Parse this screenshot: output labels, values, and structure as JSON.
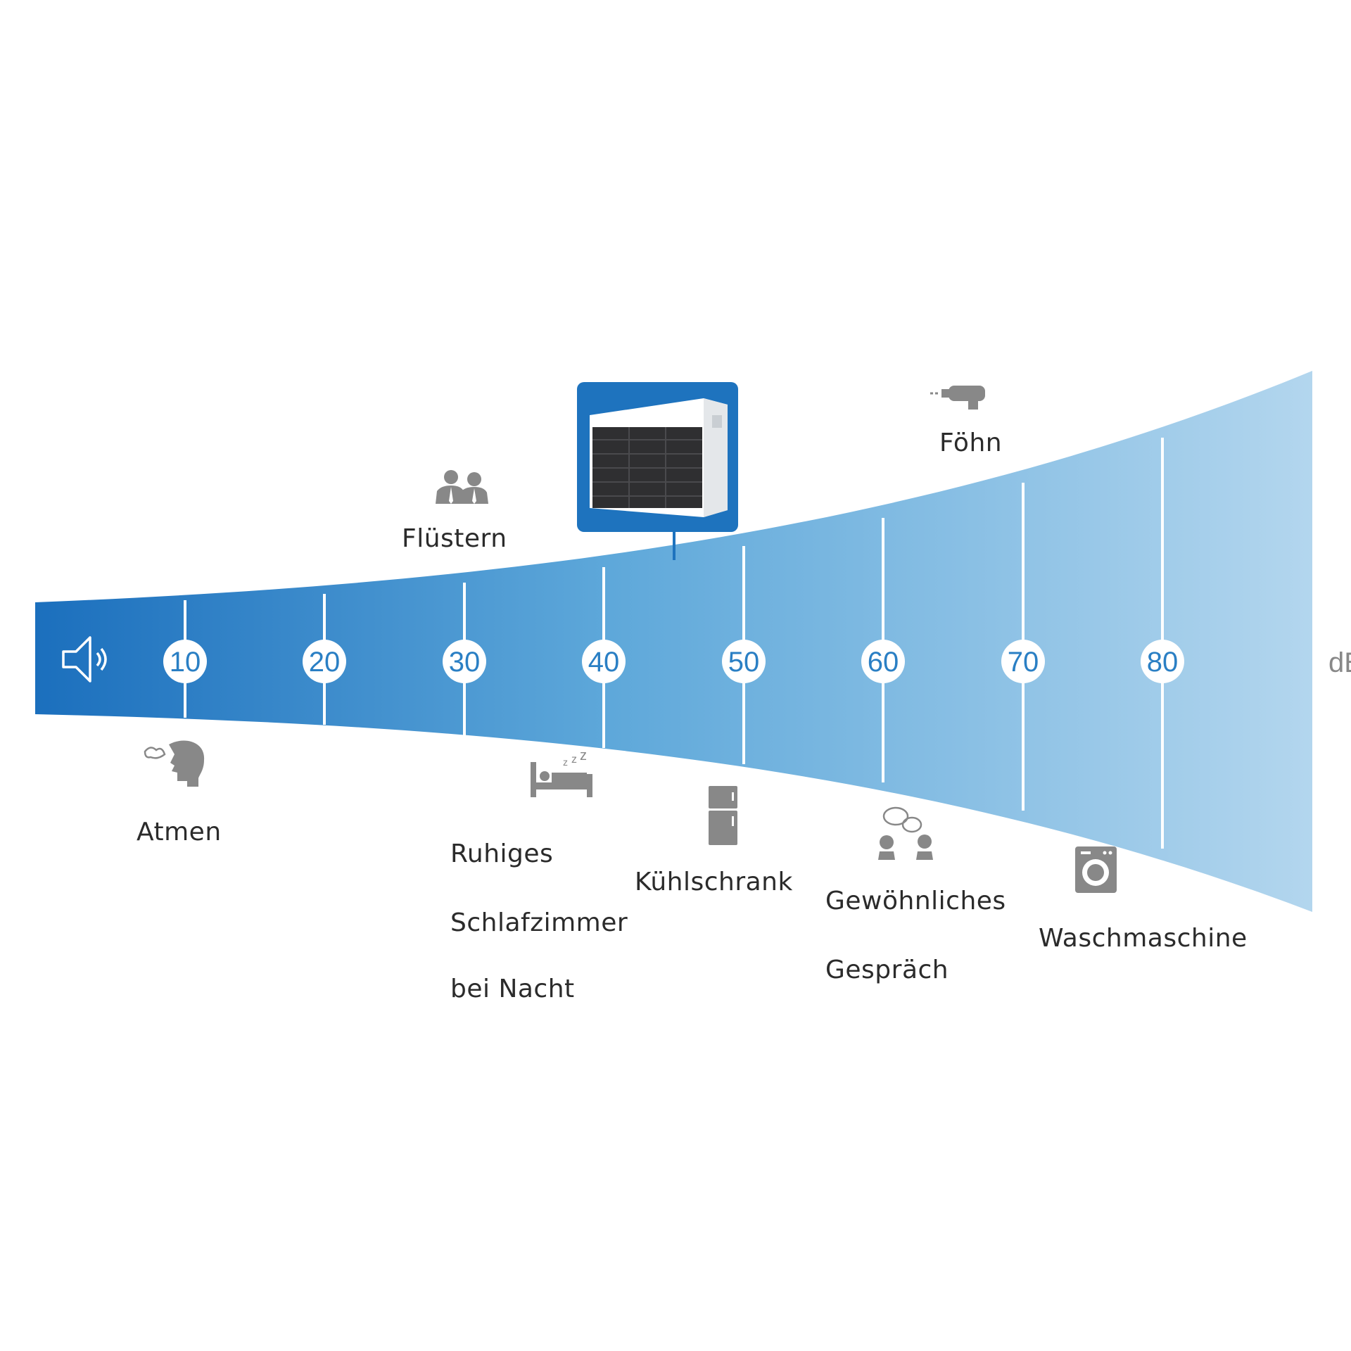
{
  "unit": "dB",
  "product": {
    "name": "heat-pump-unit",
    "value": 45
  },
  "ticks": [
    "10",
    "20",
    "30",
    "40",
    "50",
    "60",
    "70",
    "80"
  ],
  "labels": {
    "atmen": "Atmen",
    "fluestern": "Flüstern",
    "ruhiges_1": "Ruhiges",
    "ruhiges_2": "Schlafzimmer",
    "ruhiges_3": "bei Nacht",
    "kuehlschrank": "Kühlschrank",
    "gespraech_1": "Gewöhnliches",
    "gespraech_2": "Gespräch",
    "waschmaschine": "Waschmaschine",
    "foehn": "Föhn"
  },
  "colors": {
    "band_start": "#1e73be",
    "band_end": "#b0d3ec",
    "tick_text": "#2a7fc4",
    "icon_gray": "#888888",
    "label_text": "#2b2b2b"
  }
}
